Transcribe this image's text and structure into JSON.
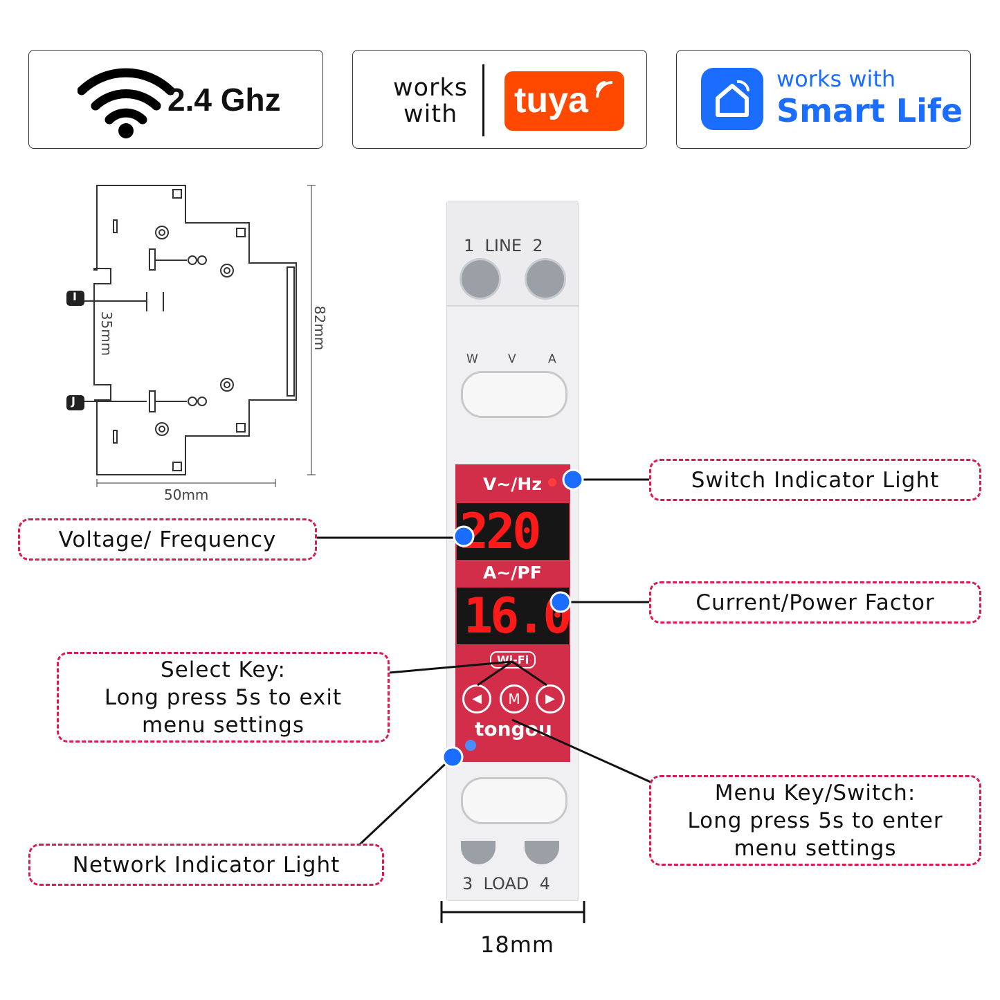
{
  "badges": {
    "wifi": {
      "label": "2.4 Ghz",
      "icon": "wifi-icon"
    },
    "tuya": {
      "works_line1": "works",
      "works_line2": "with",
      "logo_text": "tuya",
      "logo_color": "#ff4800"
    },
    "smartlife": {
      "works_with": "works with",
      "brand": "Smart Life",
      "icon": "home-icon",
      "brand_color": "#1a6dff"
    }
  },
  "dimension_drawing": {
    "height_label": "82mm",
    "width_label": "50mm",
    "rail_label": "35mm",
    "top_marker": "I",
    "bottom_marker": "J"
  },
  "device": {
    "line_label": "1  LINE  2",
    "load_label": "3  LOAD  4",
    "meter_labels": [
      "W",
      "V",
      "A"
    ],
    "display1_label": "V~/Hz",
    "display1_value": "220",
    "display2_label": "A~/PF",
    "display2_value": "16.0",
    "wifi_badge": "Wi-Fi",
    "buttons": {
      "left": "◀",
      "menu": "M",
      "right": "▶"
    },
    "brand": "tongou",
    "width_label": "18mm",
    "body_color": "#d22e4a"
  },
  "callouts": {
    "switch_indicator": "Switch Indicator Light",
    "voltage_frequency": "Voltage/ Frequency",
    "current_pf": "Current/Power Factor",
    "select_key": [
      "Select Key:",
      "Long press 5s to exit",
      "menu settings"
    ],
    "menu_key": [
      "Menu Key/Switch:",
      "Long press 5s to enter",
      "menu settings"
    ],
    "network_indicator": "Network Indicator Light"
  },
  "colors": {
    "callout_border": "#d81b50",
    "dot": "#1a6dff"
  }
}
